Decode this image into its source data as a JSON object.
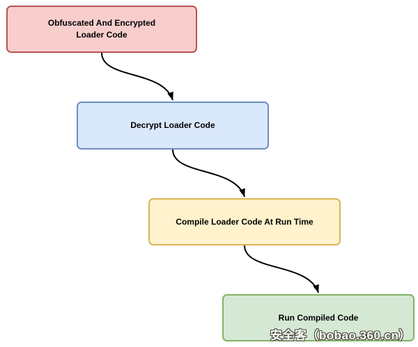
{
  "diagram": {
    "type": "flowchart",
    "background_color": "#ffffff",
    "arrow_color": "#000000",
    "nodes": [
      {
        "id": "obfuscated-loader",
        "label": "Obfuscated And Encrypted\nLoader Code",
        "fill": "#f8cecc",
        "stroke": "#b85450"
      },
      {
        "id": "decrypt-loader",
        "label": "Decrypt Loader Code",
        "fill": "#dae8fc",
        "stroke": "#6c8ebf"
      },
      {
        "id": "compile-loader",
        "label": "Compile Loader Code At Run Time",
        "fill": "#fff2cc",
        "stroke": "#d6b656"
      },
      {
        "id": "run-compiled",
        "label": "Run Compiled Code",
        "fill": "#d5e8d4",
        "stroke": "#82b366"
      }
    ],
    "edges": [
      {
        "from": "obfuscated-loader",
        "to": "decrypt-loader"
      },
      {
        "from": "decrypt-loader",
        "to": "compile-loader"
      },
      {
        "from": "compile-loader",
        "to": "run-compiled"
      }
    ]
  },
  "watermark": {
    "text": "安全客（bobao.360.cn）",
    "text_color": "#ffffff",
    "outline_color": "#4d4d42"
  }
}
